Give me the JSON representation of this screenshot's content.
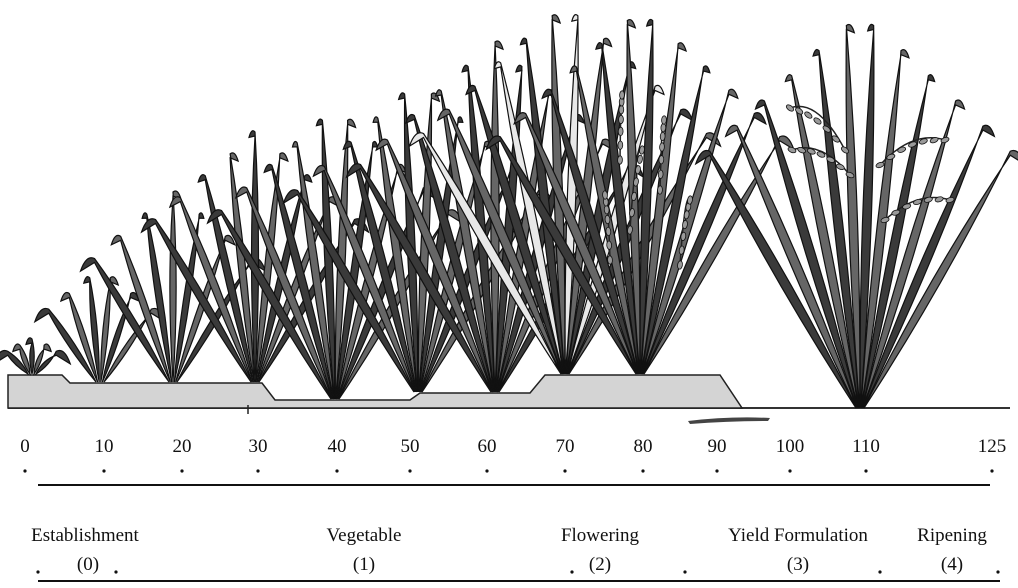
{
  "scale": {
    "ticks": [
      {
        "value": 0,
        "label": "0"
      },
      {
        "value": 10,
        "label": "10"
      },
      {
        "value": 20,
        "label": "20"
      },
      {
        "value": 30,
        "label": "30"
      },
      {
        "value": 40,
        "label": "40"
      },
      {
        "value": 50,
        "label": "50"
      },
      {
        "value": 60,
        "label": "60"
      },
      {
        "value": 70,
        "label": "70"
      },
      {
        "value": 80,
        "label": "80"
      },
      {
        "value": 90,
        "label": "90"
      },
      {
        "value": 100,
        "label": "100"
      },
      {
        "value": 110,
        "label": "110"
      },
      {
        "value": 125,
        "label": "125"
      }
    ]
  },
  "stages": [
    {
      "name": "Establishment",
      "code": "(0)"
    },
    {
      "name": "Vegetable",
      "code": "(1)"
    },
    {
      "name": "Flowering",
      "code": "(2)"
    },
    {
      "name": "Yield Formulation",
      "code": "(3)"
    },
    {
      "name": "Ripening",
      "code": "(4)"
    }
  ],
  "colors": {
    "ink": "#111111",
    "ground": "#d4d4d4",
    "leaf_light": "#e8e8e8"
  }
}
